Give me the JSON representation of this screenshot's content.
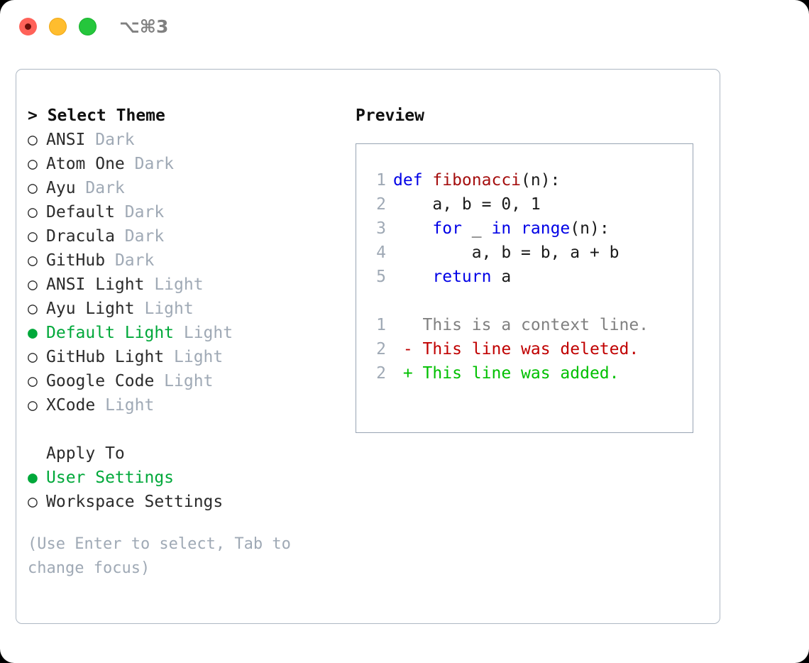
{
  "titlebar": {
    "shortcut": "⌥⌘3",
    "lights": [
      "close",
      "minimize",
      "maximize"
    ]
  },
  "theme_picker": {
    "header": "> Select Theme",
    "items": [
      {
        "marker": "○",
        "label": "ANSI",
        "suffix": "Dark",
        "selected": false
      },
      {
        "marker": "○",
        "label": "Atom One",
        "suffix": "Dark",
        "selected": false
      },
      {
        "marker": "○",
        "label": "Ayu",
        "suffix": "Dark",
        "selected": false
      },
      {
        "marker": "○",
        "label": "Default",
        "suffix": "Dark",
        "selected": false
      },
      {
        "marker": "○",
        "label": "Dracula",
        "suffix": "Dark",
        "selected": false
      },
      {
        "marker": "○",
        "label": "GitHub",
        "suffix": "Dark",
        "selected": false
      },
      {
        "marker": "○",
        "label": "ANSI Light",
        "suffix": "Light",
        "selected": false
      },
      {
        "marker": "○",
        "label": "Ayu Light",
        "suffix": "Light",
        "selected": false
      },
      {
        "marker": "●",
        "label": "Default Light",
        "suffix": "Light",
        "selected": true
      },
      {
        "marker": "○",
        "label": "GitHub Light",
        "suffix": "Light",
        "selected": false
      },
      {
        "marker": "○",
        "label": "Google Code",
        "suffix": "Light",
        "selected": false
      },
      {
        "marker": "○",
        "label": "XCode",
        "suffix": "Light",
        "selected": false
      }
    ]
  },
  "apply_to": {
    "header": "Apply To",
    "items": [
      {
        "marker": "●",
        "label": "User Settings",
        "selected": true
      },
      {
        "marker": "○",
        "label": "Workspace Settings",
        "selected": false
      }
    ]
  },
  "hint": "(Use Enter to select, Tab to change focus)",
  "preview": {
    "title": "Preview",
    "code_lines": [
      {
        "no": "1",
        "tokens": [
          {
            "t": "def ",
            "c": "kw"
          },
          {
            "t": "fibonacci",
            "c": "fn"
          },
          {
            "t": "(n):",
            "c": "plain"
          }
        ]
      },
      {
        "no": "2",
        "tokens": [
          {
            "t": "    a, b = 0, 1",
            "c": "plain"
          }
        ]
      },
      {
        "no": "3",
        "tokens": [
          {
            "t": "    ",
            "c": "plain"
          },
          {
            "t": "for",
            "c": "kw"
          },
          {
            "t": " _ ",
            "c": "plain"
          },
          {
            "t": "in",
            "c": "kw"
          },
          {
            "t": " ",
            "c": "plain"
          },
          {
            "t": "range",
            "c": "kw"
          },
          {
            "t": "(n):",
            "c": "plain"
          }
        ]
      },
      {
        "no": "4",
        "tokens": [
          {
            "t": "        a, b = b, a + b",
            "c": "plain"
          }
        ]
      },
      {
        "no": "5",
        "tokens": [
          {
            "t": "    ",
            "c": "plain"
          },
          {
            "t": "return",
            "c": "kw"
          },
          {
            "t": " a",
            "c": "plain"
          }
        ]
      }
    ],
    "diff_lines": [
      {
        "no": "1",
        "kind": "ctx",
        "text": "  This is a context line."
      },
      {
        "no": "2",
        "kind": "del",
        "text": "- This line was deleted."
      },
      {
        "no": "2",
        "kind": "add",
        "text": "+ This line was added."
      }
    ]
  },
  "colors": {
    "selected_green": "#00a83a",
    "muted_gray": "#9fa9b5",
    "keyword_blue": "#0000e6",
    "function_red": "#a50f0f",
    "diff_delete": "#c00000",
    "diff_add": "#00c000",
    "border": "#aeb8c4"
  }
}
